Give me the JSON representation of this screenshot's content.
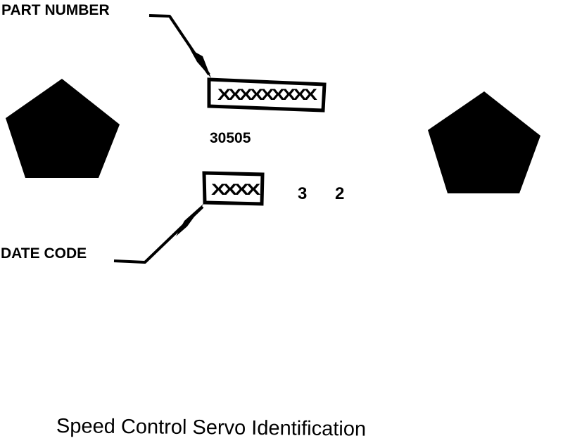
{
  "diagram": {
    "labels": {
      "part_number": "PART NUMBER",
      "date_code": "DATE CODE"
    },
    "part_number_box": {
      "text": "XXXXXXXXX"
    },
    "date_code_box": {
      "text": "XXXX"
    },
    "part_code": "30505",
    "date_digits": [
      "3",
      "2"
    ],
    "caption": "Speed Control Servo Identification",
    "colors": {
      "ink": "#000000",
      "paper": "#ffffff"
    }
  }
}
